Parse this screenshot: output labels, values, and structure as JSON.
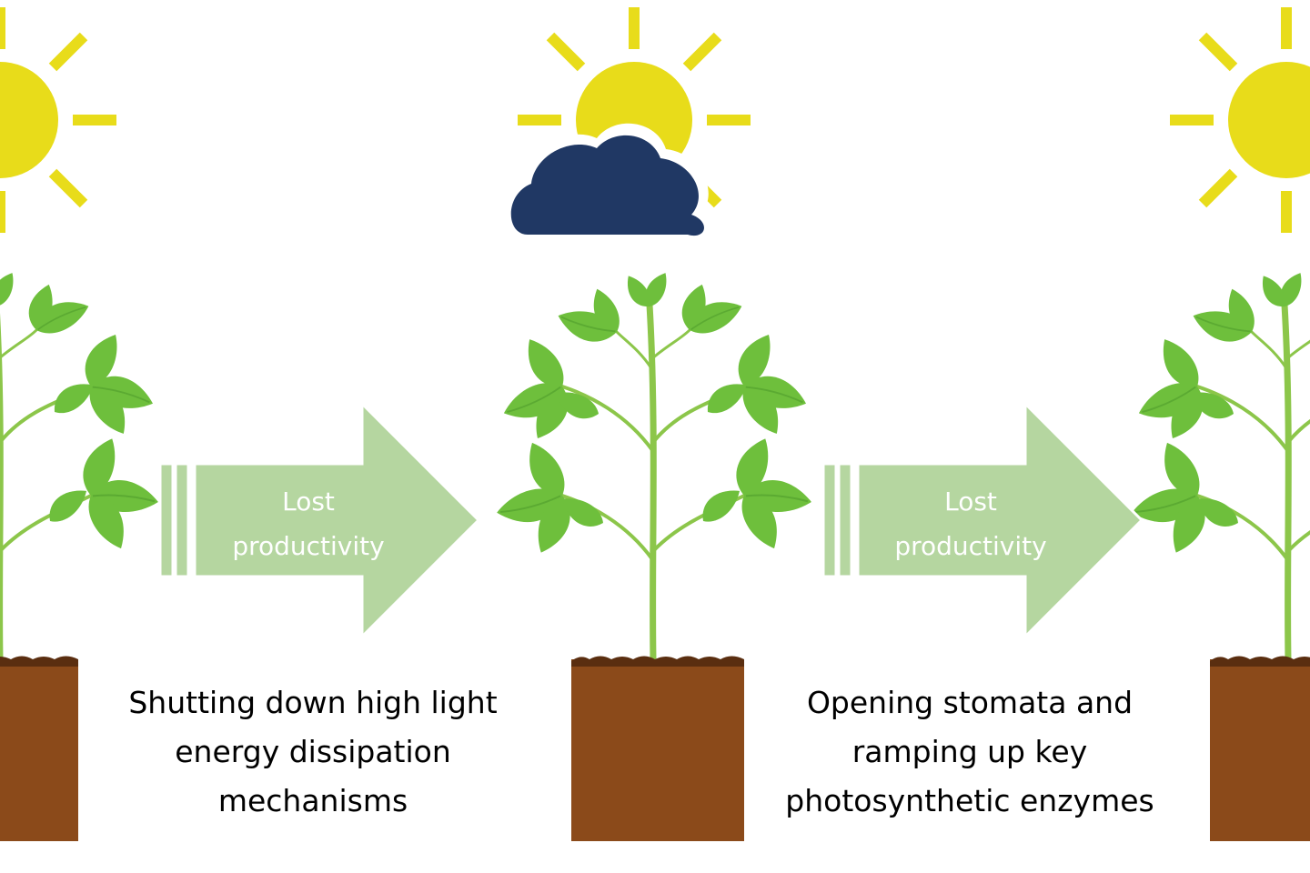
{
  "colors": {
    "sun": "#e8dc1a",
    "cloud": "#203864",
    "leaf": "#6ebf3c",
    "leaf_dark": "#4c9a2a",
    "stem": "#8cc64a",
    "soil": "#8b4a1a",
    "root": "#e8d5a8",
    "arrow_fill": "#b5d6a0",
    "arrow_stroke": "#ffffff"
  },
  "icons": [
    "sun-icon",
    "sun-behind-cloud-icon",
    "sun-icon",
    "plant-icon",
    "plant-icon",
    "plant-icon"
  ],
  "arrows": [
    {
      "line1": "Lost",
      "line2": "productivity"
    },
    {
      "line1": "Lost",
      "line2": "productivity"
    }
  ],
  "captions": [
    {
      "line1": "Shutting down high light",
      "line2": "energy dissipation",
      "line3": "mechanisms"
    },
    {
      "line1": "Opening stomata and",
      "line2": "ramping up key",
      "line3": "photosynthetic enzymes"
    }
  ]
}
